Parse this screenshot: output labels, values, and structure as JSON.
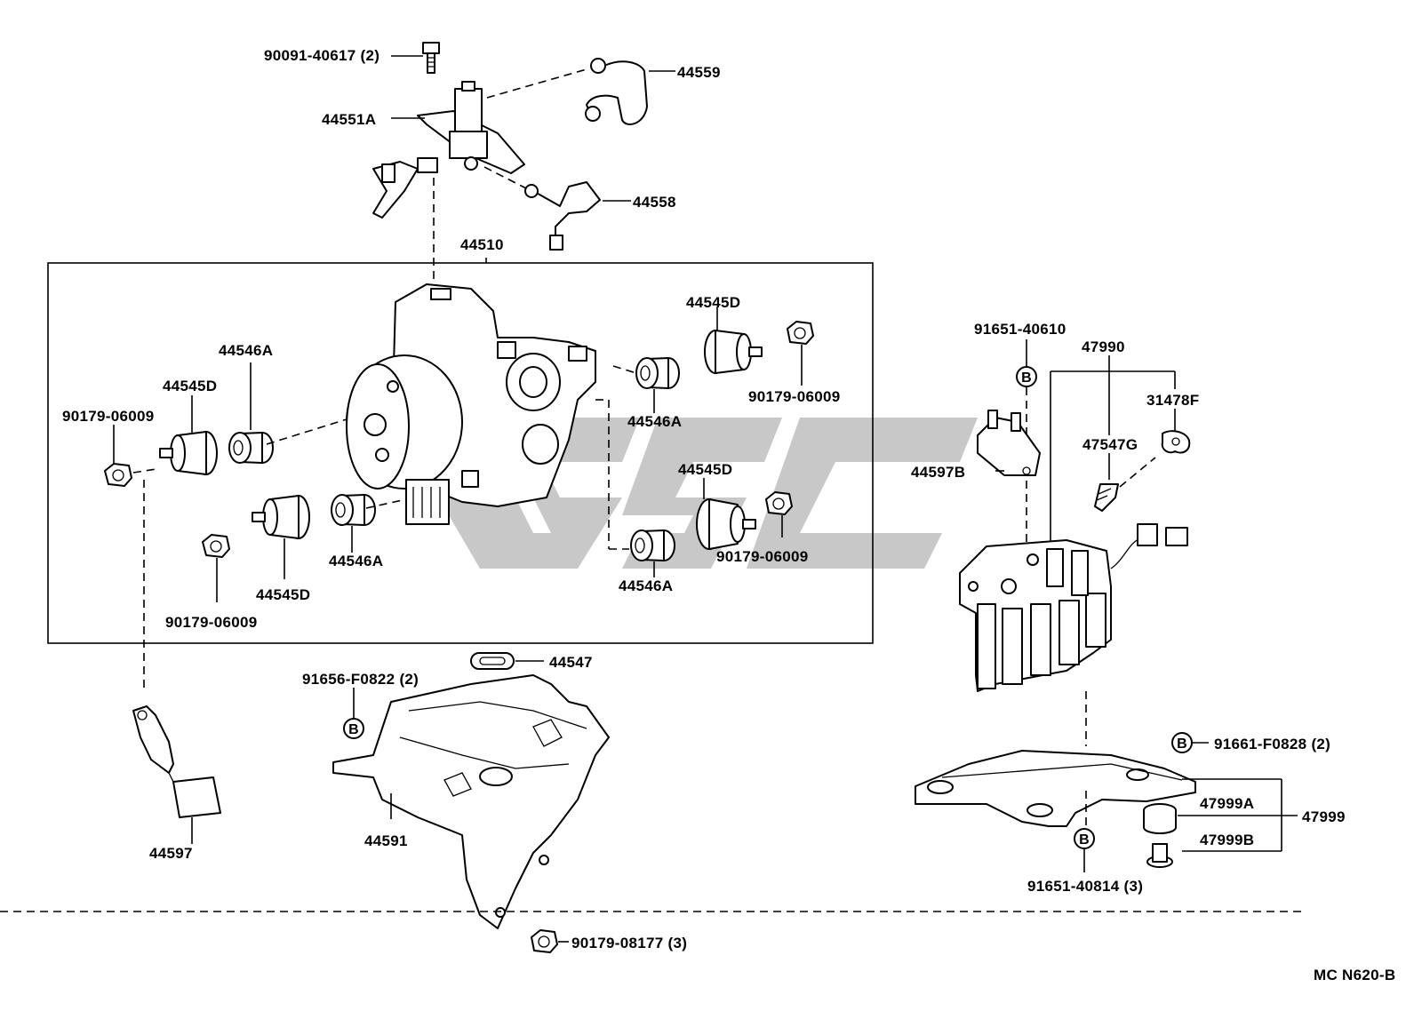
{
  "diagram": {
    "code": "MC N620-B",
    "labels": {
      "p90091": "90091-40617 (2)",
      "p44559": "44559",
      "p44551A": "44551A",
      "p44558": "44558",
      "p44510": "44510",
      "p44546A_1": "44546A",
      "p44545D_1": "44545D",
      "p90179_1": "90179-06009",
      "p44545D_2": "44545D",
      "p90179_2": "90179-06009",
      "p44546A_2": "44546A",
      "p44545D_3": "44545D",
      "p44546A_3": "44546A",
      "p90179_3": "90179-06009",
      "p44545D_4": "44545D",
      "p90179_4": "90179-06009",
      "p44546A_4": "44546A",
      "p44547": "44547",
      "p91656": "91656-F0822 (2)",
      "p44591": "44591",
      "p44597": "44597",
      "p90179_08177": "90179-08177 (3)",
      "p91651_40610": "91651-40610",
      "p47990": "47990",
      "p31478F": "31478F",
      "p47547G": "47547G",
      "p44597B": "44597B",
      "p91661": "91661-F0828 (2)",
      "p47999A": "47999A",
      "p47999": "47999",
      "p47999B": "47999B",
      "p91651_40814": "91651-40814 (3)"
    },
    "markers": {
      "b": "B"
    }
  }
}
